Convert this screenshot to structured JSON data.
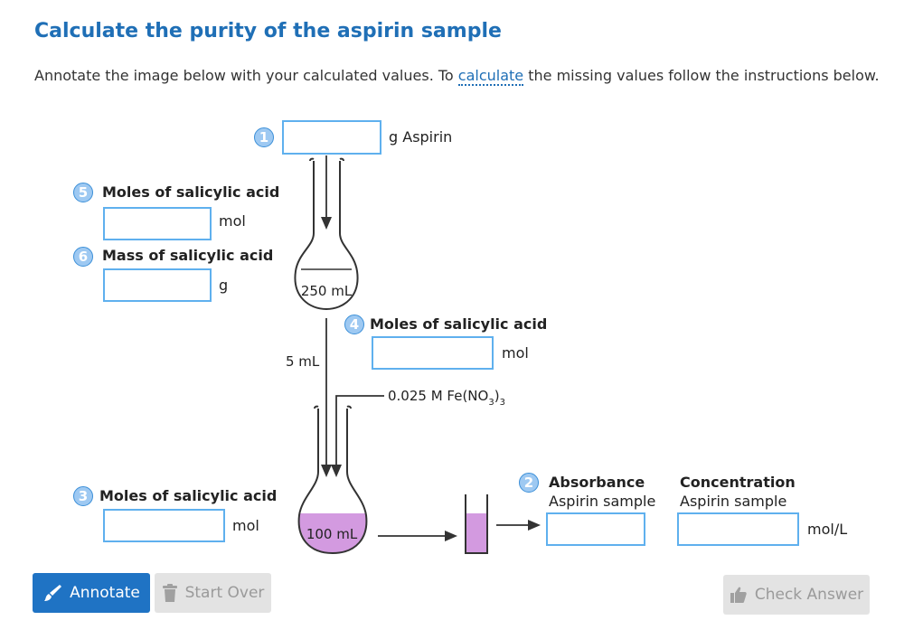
{
  "title": "Calculate the purity of the aspirin sample",
  "intro": {
    "before": "Annotate the image below with your calculated values. To ",
    "link": "calculate",
    "after": " the missing values follow the instructions below."
  },
  "steps": {
    "s1": {
      "num": "1",
      "unit": "g Aspirin"
    },
    "s2": {
      "num": "2",
      "label": "Absorbance",
      "sub": "Aspirin sample"
    },
    "s2b": {
      "label": "Concentration",
      "sub": "Aspirin sample",
      "unit": "mol/L"
    },
    "s3": {
      "num": "3",
      "label": "Moles of salicylic acid",
      "unit": "mol"
    },
    "s4": {
      "num": "4",
      "label": "Moles of salicylic acid",
      "unit": "mol"
    },
    "s5": {
      "num": "5",
      "label": "Moles of salicylic acid",
      "unit": "mol"
    },
    "s6": {
      "num": "6",
      "label": "Mass of salicylic acid",
      "unit": "g"
    }
  },
  "apparatus": {
    "flask_top_label": "250 mL",
    "flask_bottom_label": "100 mL",
    "transfer_label": "5 mL",
    "reagent_label": "0.025 M Fe(NO",
    "reagent_sub1": "3",
    "reagent_close": ")",
    "reagent_sub2": "3"
  },
  "buttons": {
    "annotate": "Annotate",
    "start_over": "Start Over",
    "check_answer": "Check Answer"
  },
  "colors": {
    "accent": "#1f73c4",
    "solution": "#d39ae0",
    "input_border": "#5fb0ee"
  }
}
